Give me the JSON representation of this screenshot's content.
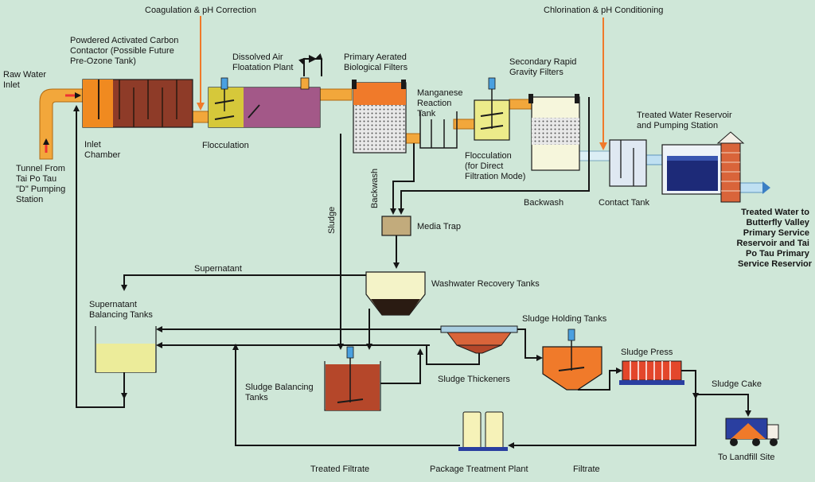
{
  "diagram": {
    "labels": {
      "coagulation": "Coagulation & pH Correction",
      "chlorination": "Chlorination & pH Conditioning",
      "raw_water": [
        "Raw Water",
        "Inlet"
      ],
      "tunnel": [
        "Tunnel From",
        "Tai Po Tau",
        "\"D\" Pumping",
        "Station"
      ],
      "pac_contactor": [
        "Powdered Activated Carbon",
        "Contactor (Possible Future",
        "Pre-Ozone Tank)"
      ],
      "inlet_chamber": [
        "Inlet",
        "Chamber"
      ],
      "daf": [
        "Dissolved Air",
        "Floatation Plant"
      ],
      "flocculation": "Flocculation",
      "primary_filters": [
        "Primary Aerated",
        "Biological Filters"
      ],
      "manganese": [
        "Manganese",
        "Reaction",
        "Tank"
      ],
      "floc_direct": [
        "Flocculation",
        "(for Direct",
        "Filtration Mode)"
      ],
      "secondary_filters": [
        "Secondary Rapid",
        "Gravity Filters"
      ],
      "treated_reservoir": [
        "Treated Water Reservoir",
        "and Pumping Station"
      ],
      "treated_to": [
        "Treated Water to",
        "Butterfly Valley",
        "Primary Service",
        "Reservoir and Tai",
        "Po Tau Primary",
        "Service Reservior"
      ],
      "contact_tank": "Contact Tank",
      "backwash_left": "Backwash",
      "backwash_right": "Backwash",
      "sludge_vertical": "Sludge",
      "media_trap": "Media Trap",
      "supernatant": "Supernatant",
      "washwater": "Washwater Recovery Tanks",
      "supernatant_balancing": [
        "Supernatant",
        "Balancing Tanks"
      ],
      "sludge_holding": "Sludge Holding Tanks",
      "sludge_thickeners": "Sludge Thickeners",
      "sludge_press": "Sludge Press",
      "sludge_cake": "Sludge Cake",
      "sludge_balancing": [
        "Sludge Balancing",
        "Tanks"
      ],
      "to_landfill": "To Landfill Site",
      "treated_filtrate": "Treated Filtrate",
      "package_plant": "Package Treatment Plant",
      "filtrate": "Filtrate"
    }
  }
}
